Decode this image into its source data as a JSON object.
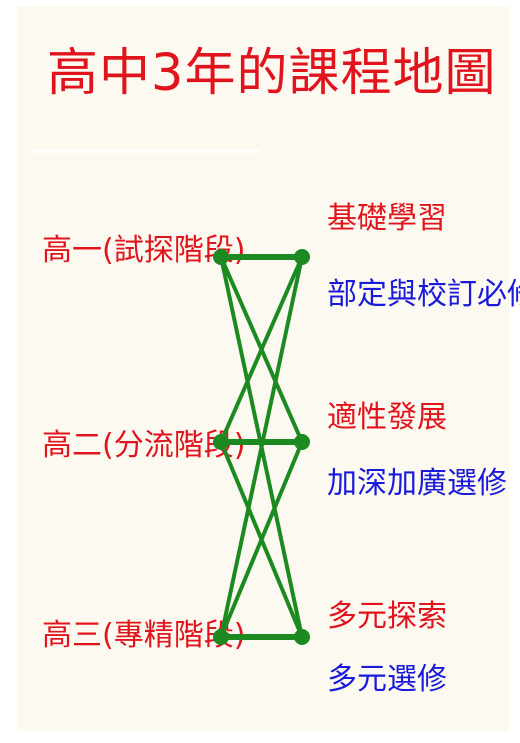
{
  "title": "高中3年的課程地圖",
  "stages": [
    {
      "label": "高一(試探階段)"
    },
    {
      "label": "高二(分流階段)"
    },
    {
      "label": "高三(專精階段)"
    }
  ],
  "outcomes": [
    {
      "primary": "基礎學習",
      "secondary": "部定與校訂必修"
    },
    {
      "primary": "適性發展",
      "secondary": "加深加廣選修"
    },
    {
      "primary": "多元探索",
      "secondary": "多元選修"
    }
  ],
  "colors": {
    "title": "#e1141d",
    "stage_text": "#e1141d",
    "primary_text": "#e1141d",
    "secondary_text": "#1a1adb",
    "link": "#1c8a21",
    "background": "#fcfaf0"
  },
  "links": [
    {
      "from": 0,
      "to": 0
    },
    {
      "from": 0,
      "to": 1
    },
    {
      "from": 0,
      "to": 2
    },
    {
      "from": 1,
      "to": 0
    },
    {
      "from": 1,
      "to": 1
    },
    {
      "from": 1,
      "to": 2
    },
    {
      "from": 2,
      "to": 0
    },
    {
      "from": 2,
      "to": 1
    },
    {
      "from": 2,
      "to": 2
    }
  ]
}
